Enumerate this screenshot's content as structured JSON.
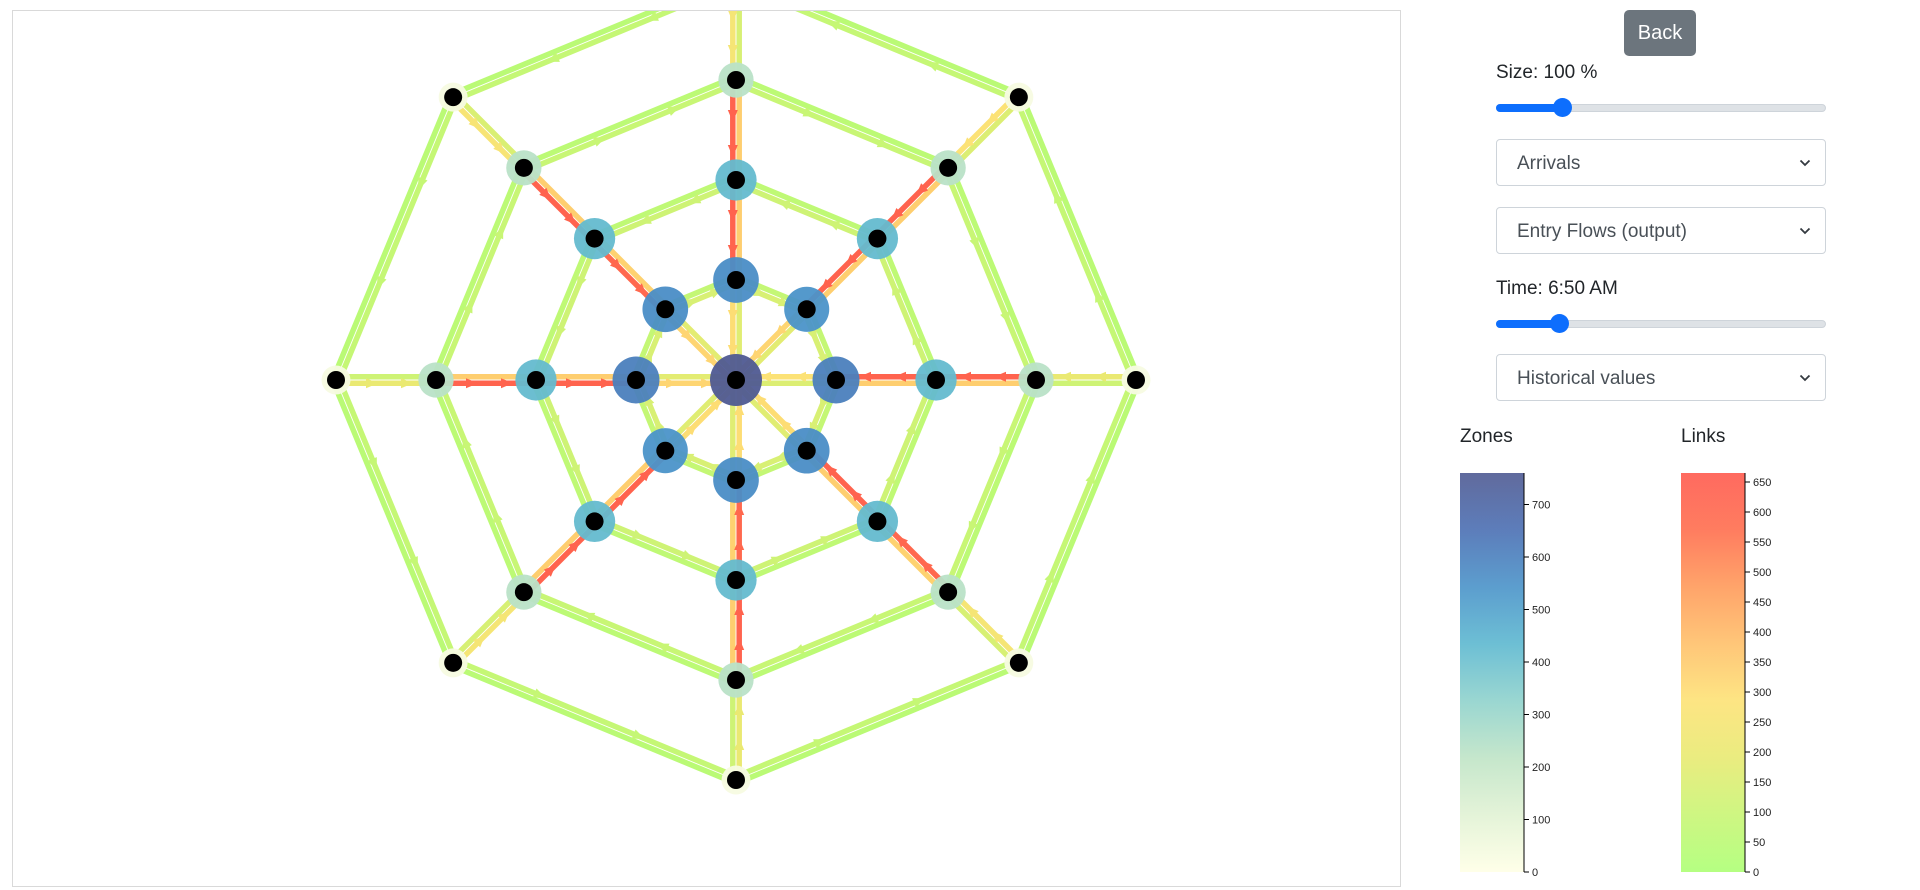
{
  "controls": {
    "back_label": "Back",
    "size_label": "Size: 100 %",
    "size_value_percent": 100,
    "size_slider_fraction": 0.2,
    "measure_select": {
      "selected": "Arrivals"
    },
    "flow_select": {
      "selected": "Entry Flows (output)"
    },
    "time_label": "Time: 6:50 AM",
    "time_slider_fraction": 0.19,
    "values_select": {
      "selected": "Historical values"
    }
  },
  "legends": {
    "zones": {
      "title": "Zones",
      "min": 0,
      "max": 760,
      "ticks": [
        "0",
        "100",
        "200",
        "300",
        "400",
        "500",
        "600",
        "700"
      ],
      "tick_values": [
        0,
        100,
        200,
        300,
        400,
        500,
        600,
        700
      ],
      "colors": [
        "#ffffe6",
        "#e1f2d4",
        "#bfe4c6",
        "#8fd2cc",
        "#5db8d0",
        "#4a93c9",
        "#4b6fb3",
        "#4f5a92"
      ]
    },
    "links": {
      "title": "Links",
      "min": 0,
      "max": 665,
      "ticks": [
        "0",
        "50",
        "100",
        "150",
        "200",
        "250",
        "300",
        "350",
        "400",
        "450",
        "500",
        "550",
        "600",
        "650"
      ],
      "tick_values": [
        0,
        50,
        100,
        150,
        200,
        250,
        300,
        350,
        400,
        450,
        500,
        550,
        600,
        650
      ],
      "colors": [
        "#adff75",
        "#c9f575",
        "#e8ea72",
        "#fde276",
        "#ffc06a",
        "#ff9a5a",
        "#ff6e4e",
        "#ff5a4e"
      ]
    }
  },
  "network": {
    "ring_count": 5,
    "spoke_count": 8,
    "center_zone_value": 760,
    "ring_zone_values": [
      560,
      420,
      230,
      30
    ],
    "ring1_zone_values": [
      560,
      540,
      600,
      560,
      560,
      540,
      600,
      560
    ],
    "spoke_link_values": [
      [
        300,
        620,
        620,
        250
      ],
      [
        320,
        620,
        620,
        280
      ],
      [
        280,
        620,
        620,
        200
      ],
      [
        300,
        620,
        600,
        250
      ],
      [
        300,
        600,
        620,
        200
      ],
      [
        300,
        620,
        620,
        250
      ],
      [
        320,
        620,
        620,
        200
      ],
      [
        320,
        600,
        620,
        260
      ]
    ],
    "ring_link_values": [
      180,
      140,
      110,
      90,
      80
    ]
  }
}
